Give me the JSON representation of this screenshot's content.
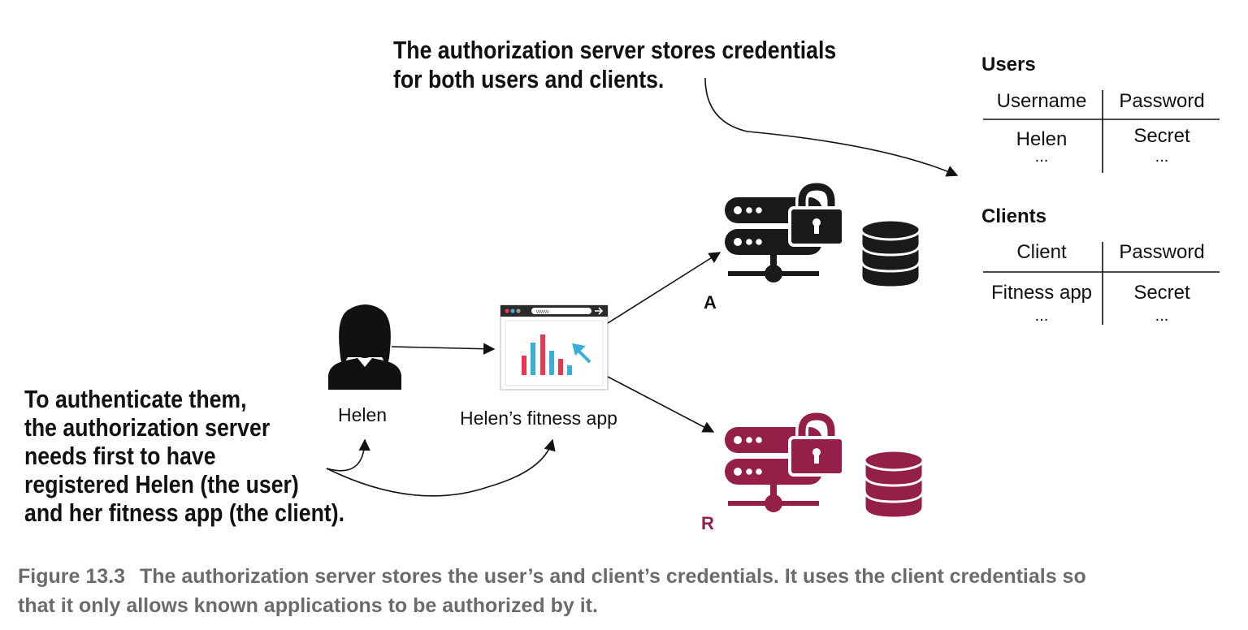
{
  "callouts": {
    "top": [
      "The authorization server stores credentials",
      "for both users and clients."
    ],
    "left": [
      "To authenticate them,",
      "the authorization server",
      "needs first to have",
      "registered Helen (the user)",
      "and her fitness app (the client)."
    ]
  },
  "users_table": {
    "title": "Users",
    "headers": [
      "Username",
      "Password"
    ],
    "row": [
      "Helen",
      "Secret"
    ],
    "ellipsis": [
      "...",
      "..."
    ]
  },
  "clients_table": {
    "title": "Clients",
    "headers": [
      "Client",
      "Password"
    ],
    "row": [
      "Fitness app",
      "Secret"
    ],
    "ellipsis": [
      "...",
      "..."
    ]
  },
  "actors": {
    "user_label": "Helen",
    "app_label": "Helen’s fitness app",
    "browser_url": "www."
  },
  "servers": {
    "a_label": "A",
    "r_label": "R",
    "a_color": "#1a1a1a",
    "r_color": "#94204a"
  },
  "caption": {
    "number": "Figure 13.3",
    "text_line1": "The authorization server stores the user’s and client’s credentials. It uses the client credentials so",
    "text_line2": "that it only allows known applications to be authorized by it."
  }
}
